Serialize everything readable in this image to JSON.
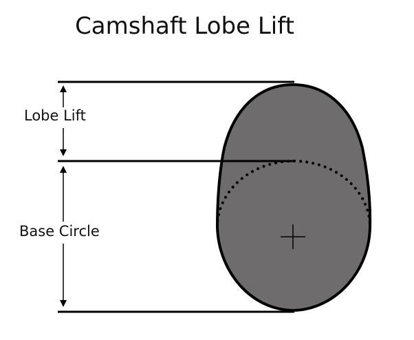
{
  "title": "Camshaft Lobe Lift",
  "labels": {
    "lobe_lift": "Lobe Lift",
    "base_circle": "Base Circle"
  },
  "colors": {
    "lobe_fill": "#6e6c6c",
    "outline": "#000000",
    "background": "#ffffff"
  }
}
